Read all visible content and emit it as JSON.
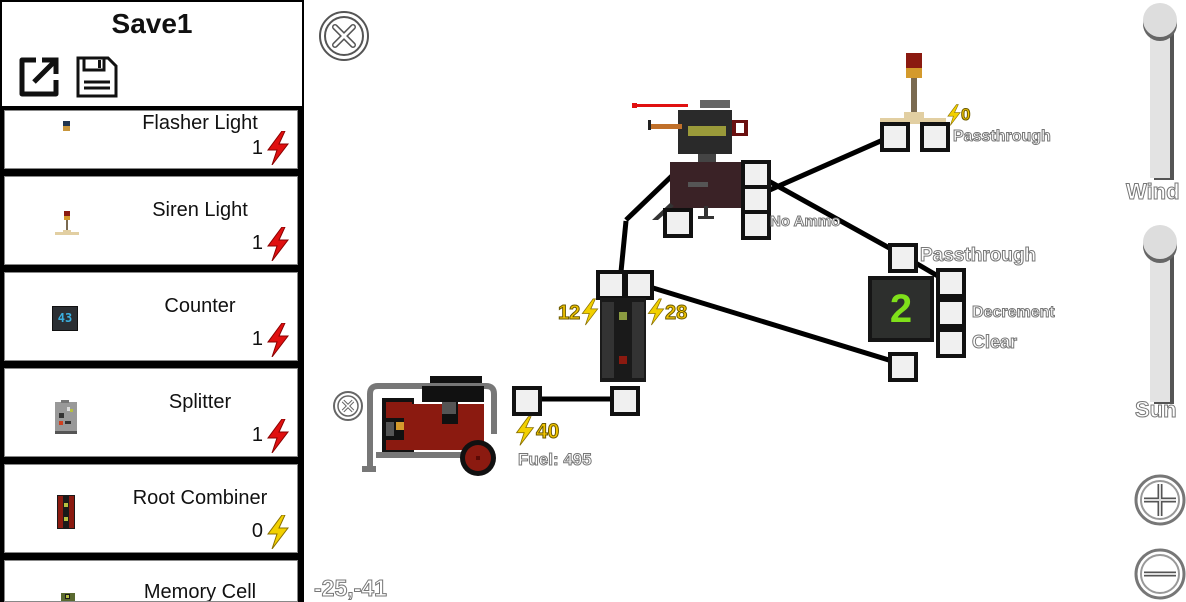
{
  "save": {
    "title": "Save1",
    "export_icon": "external-link-icon",
    "save_icon": "floppy-disk-icon"
  },
  "parts": [
    {
      "name": "Flasher Light",
      "cost": "1",
      "bolt": "red-bolt-icon",
      "icon": "flasher-light-icon"
    },
    {
      "name": "Siren Light",
      "cost": "1",
      "bolt": "red-bolt-icon",
      "icon": "siren-light-icon"
    },
    {
      "name": "Counter",
      "cost": "1",
      "bolt": "red-bolt-icon",
      "icon": "counter-icon",
      "icon_text": "43"
    },
    {
      "name": "Splitter",
      "cost": "1",
      "bolt": "red-bolt-icon",
      "icon": "splitter-icon"
    },
    {
      "name": "Root Combiner",
      "cost": "0",
      "bolt": "yellow-bolt-icon",
      "icon": "root-combiner-icon"
    },
    {
      "name": "Memory Cell",
      "cost": "",
      "bolt": "",
      "icon": "memory-cell-icon"
    }
  ],
  "canvas": {
    "coordinates": "-25,-41",
    "siren": {
      "power": "0",
      "port_label": "Passthrough"
    },
    "turret": {
      "status": "No Ammo"
    },
    "counter": {
      "value": "2",
      "labels": {
        "top": "Passthrough",
        "decrement": "Decrement",
        "clear": "Clear"
      }
    },
    "combiner": {
      "left_power": "12",
      "right_power": "28"
    },
    "generator": {
      "power": "40",
      "fuel": "Fuel: 495"
    }
  },
  "controls": {
    "wind_label": "Wind",
    "wind_level": 1.0,
    "sun_label": "Sun",
    "sun_level": 1.0,
    "zoom_in_icon": "zoom-in-icon",
    "zoom_out_icon": "zoom-out-icon",
    "close_icon": "close-icon"
  },
  "colors": {
    "red_bolt": "#e01010",
    "yellow_bolt": "#f2d000",
    "counter_digit": "#7fe01a",
    "wire": "#000000"
  }
}
